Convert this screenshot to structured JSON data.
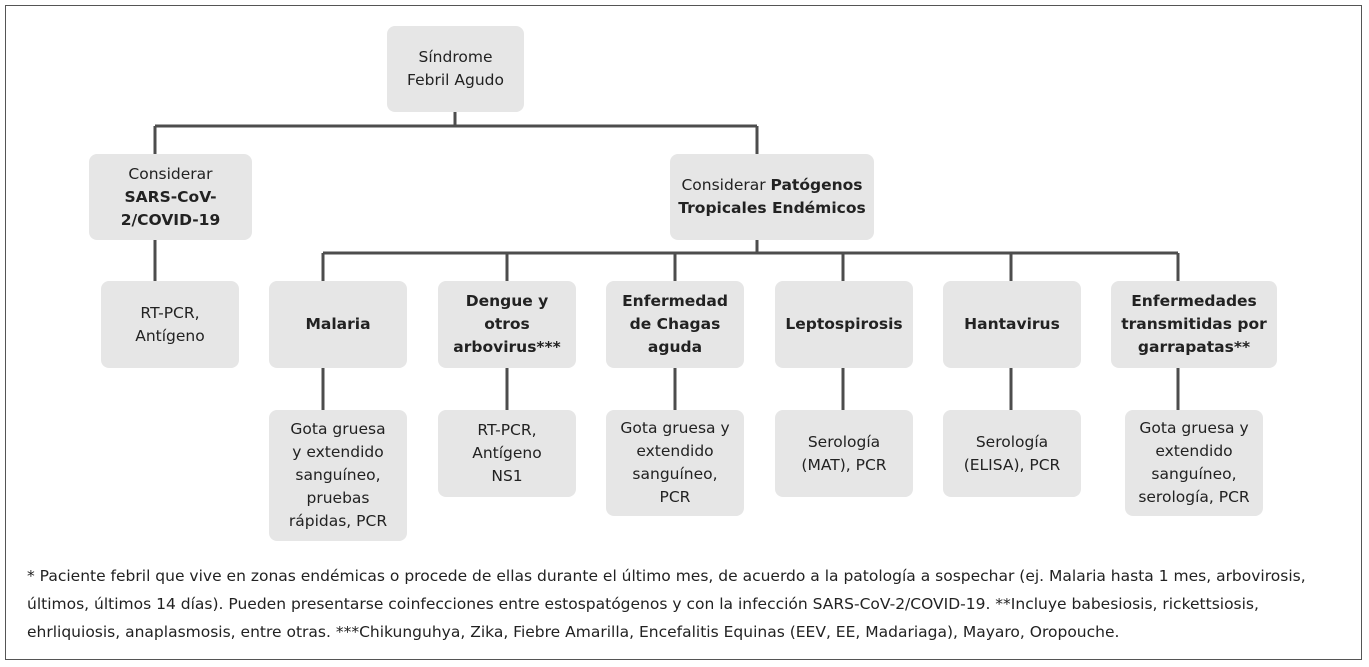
{
  "root": {
    "line1": "Síndrome",
    "line2": "Febril Agudo"
  },
  "covid": {
    "prefix": "Considerar",
    "bold1": "SARS-CoV-",
    "bold2": "2/COVID-19"
  },
  "covid_test": {
    "line1": "RT-PCR,",
    "line2": "Antígeno"
  },
  "tropical": {
    "prefix": "Considerar ",
    "bold1": "Patógenos",
    "bold2": "Tropicales Endémicos"
  },
  "pathogens": [
    {
      "name": [
        "Malaria"
      ],
      "test": [
        "Gota gruesa",
        "y extendido",
        "sanguíneo,",
        "pruebas",
        "rápidas, PCR"
      ]
    },
    {
      "name": [
        "Dengue y",
        "otros",
        "arbovirus***"
      ],
      "test": [
        "RT-PCR,",
        "Antígeno",
        "NS1"
      ]
    },
    {
      "name": [
        "Enfermedad",
        "de Chagas",
        "aguda"
      ],
      "test": [
        "Gota gruesa y",
        "extendido",
        "sanguíneo,",
        "PCR"
      ]
    },
    {
      "name": [
        "Leptospirosis"
      ],
      "test": [
        "Serología",
        "(MAT), PCR"
      ]
    },
    {
      "name": [
        "Hantavirus"
      ],
      "test": [
        "Serología",
        "(ELISA), PCR"
      ]
    },
    {
      "name": [
        "Enfermedades",
        "transmitidas por",
        "garrapatas**"
      ],
      "test": [
        "Gota gruesa y",
        "extendido",
        "sanguíneo,",
        "serología, PCR"
      ]
    }
  ],
  "footnote": "* Paciente febril que vive en zonas endémicas o procede de ellas durante el último mes, de acuerdo a la patología a sospechar (ej. Malaria hasta 1 mes, arbovirosis, últimos, últimos 14 días). Pueden presentarse coinfecciones entre estospatógenos y con la infección SARS-CoV-2/COVID-19. **Incluye babesiosis, rickettsiosis, ehrliquiosis, anaplasmosis, entre otras. ***Chikunguhya, Zika, Fiebre Amarilla, Encefalitis Equinas (EEV, EE, Madariaga), Mayaro, Oropouche."
}
